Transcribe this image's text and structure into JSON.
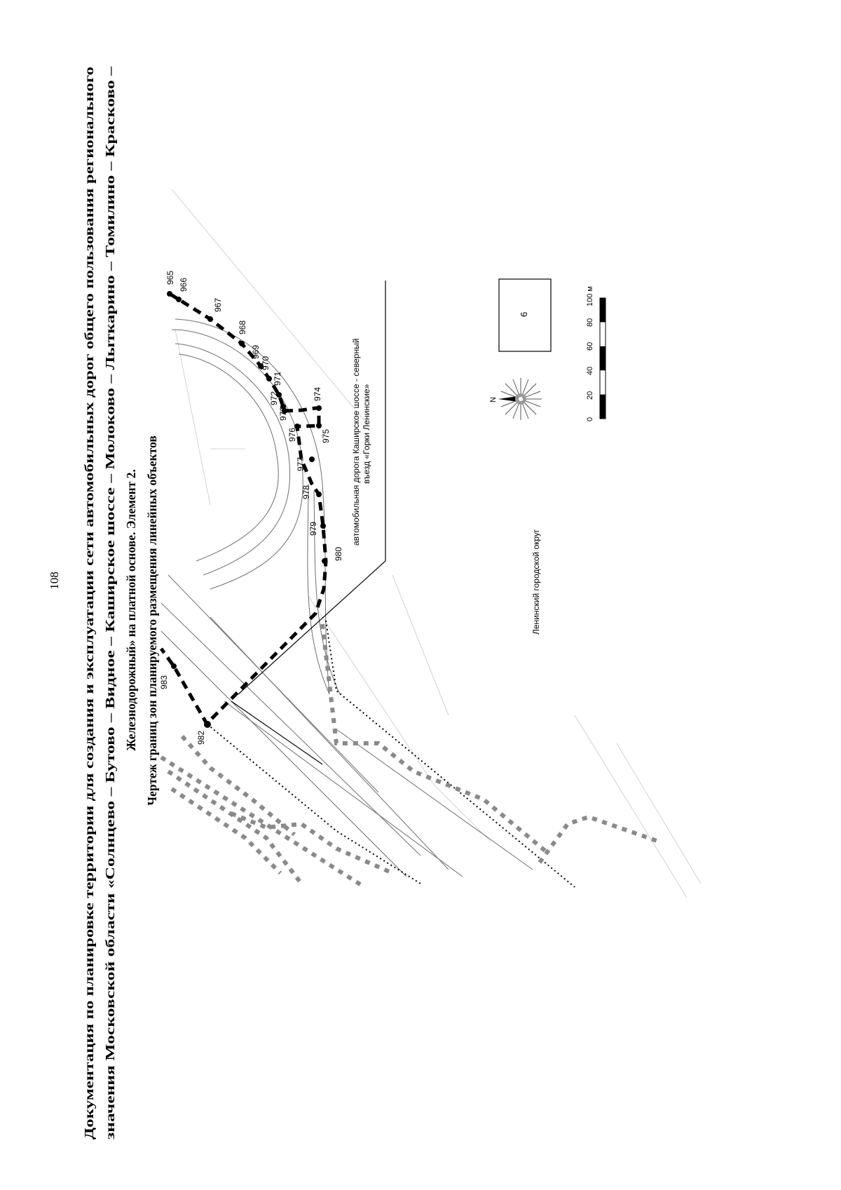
{
  "page": {
    "number": "108",
    "title_lines": [
      "Документация по планировке территории для создания и эксплуатации сети автомобильных дорог общего пользования регионального",
      "значения Московской области «Солнцево – Бутово – Видное – Каширское шоссе – Молоково – Лыткарино – Томилино – Красково –",
      "Железнодорожный» на платной основе. Элемент 2.",
      "Чертеж границ зон планируемого размещения линейных объектов"
    ]
  },
  "map": {
    "points": [
      "965",
      "966",
      "967",
      "968",
      "969",
      "970",
      "971",
      "972",
      "973",
      "974",
      "975",
      "976",
      "977",
      "978",
      "979",
      "980",
      "982",
      "983"
    ],
    "road_label_line1": "автомобильная дорога Каширское шоссе - северный",
    "road_label_line2": "въезд «Горки Ленинские»",
    "district_label": "Ленинский городской округ",
    "parcel_label": "6",
    "north_label": "N",
    "scale": {
      "ticks": [
        "0",
        "20",
        "40",
        "60",
        "80",
        "100 м"
      ],
      "max_m": 100,
      "tick_step_m": 20
    }
  }
}
